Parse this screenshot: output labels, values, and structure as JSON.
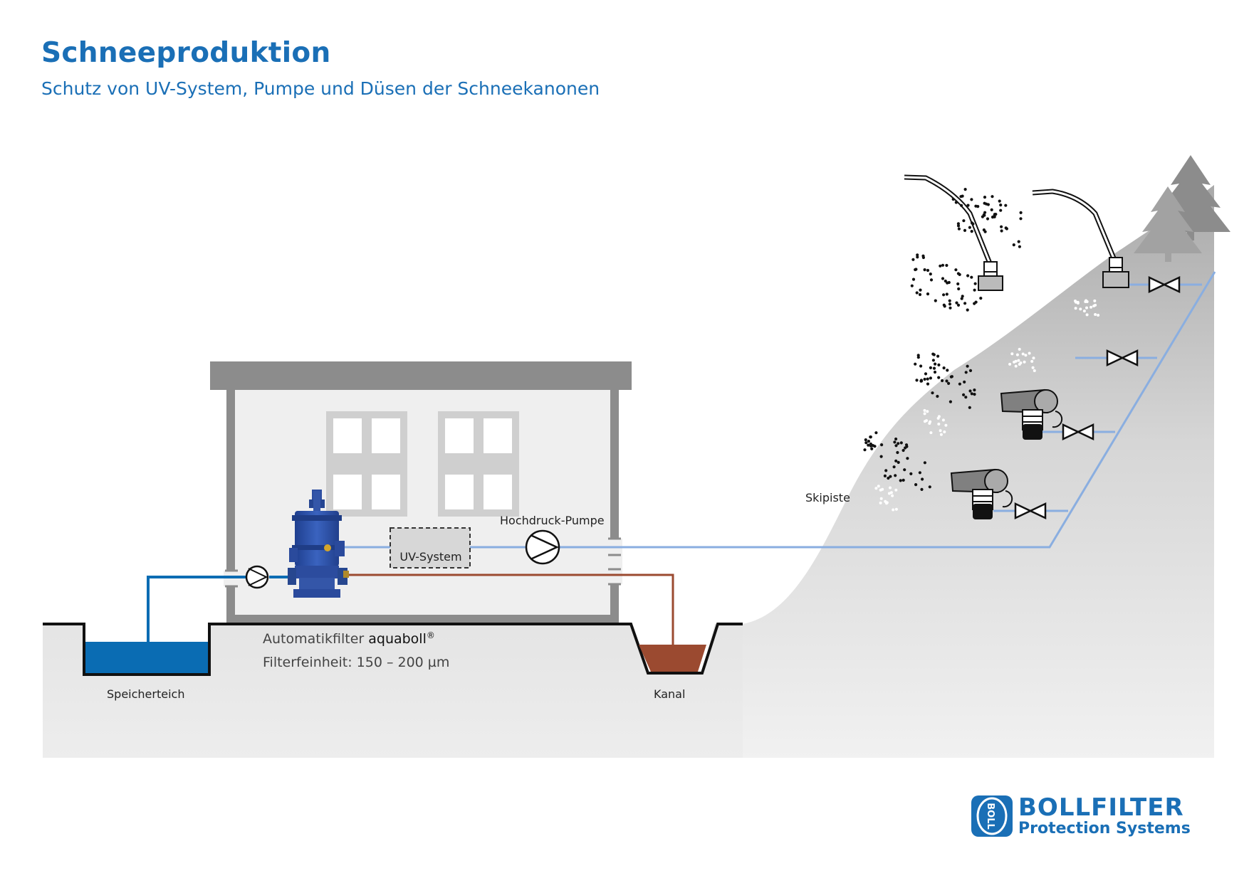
{
  "header": {
    "title": "Schneeproduktion",
    "subtitle": "Schutz von UV-System, Pumpe und Düsen der Schneekanonen"
  },
  "labels": {
    "reservoir": "Speicherteich",
    "channel": "Kanal",
    "slope": "Skipiste",
    "uv_system": "UV-System",
    "hp_pump": "Hochdruck-Pumpe",
    "filter_prefix": "Automatikfilter ",
    "filter_brand": "aquaboll",
    "filter_reg": "®",
    "filter_fineness": "Filterfeinheit: 150 – 200 µm"
  },
  "logo": {
    "mark": "BOLL",
    "name": "BOLLFILTER",
    "tagline": "Protection Systems"
  },
  "colors": {
    "brand_blue": "#1a6fb6",
    "clean_water": "#0a6cb3",
    "pipe_blue": "#8aaee0",
    "wastewater": "#9b4a30",
    "ground_gray": "#cfcfcf",
    "building_gray": "#8a8a8a",
    "filter_body": "#2d4ea0"
  },
  "icons": [
    "pump-icon",
    "valve-icon",
    "snow-cannon-icon",
    "snow-lance-icon",
    "tree-icon",
    "automatic-filter-icon"
  ]
}
